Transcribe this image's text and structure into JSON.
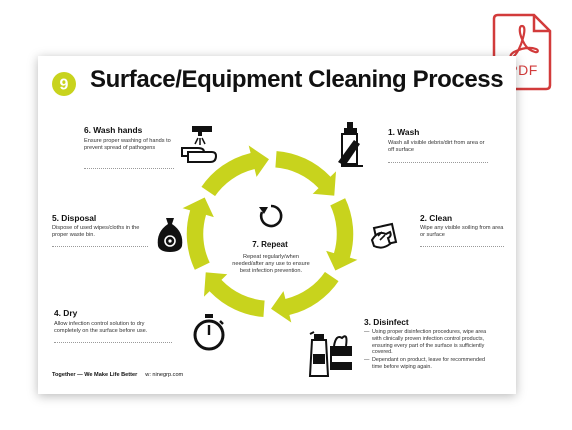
{
  "document": {
    "title": "Surface/Equipment Cleaning Process",
    "logo_glyph": "9",
    "center": {
      "heading": "7. Repeat",
      "description": "Repeat regularly/when needed/after any use to ensure best infection prevention."
    },
    "steps": [
      {
        "heading": "1. Wash",
        "description": "Wash all visible debris/dirt from area or off surface"
      },
      {
        "heading": "2. Clean",
        "description": "Wipe any visible soiling from area or surface"
      },
      {
        "heading": "3. Disinfect",
        "bullets": [
          "Using proper disinfection procedures, wipe area with clinically proven infection control products, ensuring every part of the surface is sufficiently covered.",
          "Dependant on product, leave for recommended time before wiping again."
        ]
      },
      {
        "heading": "4. Dry",
        "description": "Allow infection control solution to dry completely on the surface before use."
      },
      {
        "heading": "5. Disposal",
        "description": "Dispose of used wipes/cloths in the proper waste bin."
      },
      {
        "heading": "6. Wash hands",
        "description": "Ensure proper washing of hands to prevent spread of pathogens"
      }
    ],
    "footer": {
      "tagline": "Together — We Make Life Better",
      "website": "w: ninegrp.com"
    }
  },
  "badge": {
    "label": "PDF"
  },
  "colors": {
    "accent": "#c8d31d",
    "badge": "#d23b3b",
    "text": "#111111"
  }
}
